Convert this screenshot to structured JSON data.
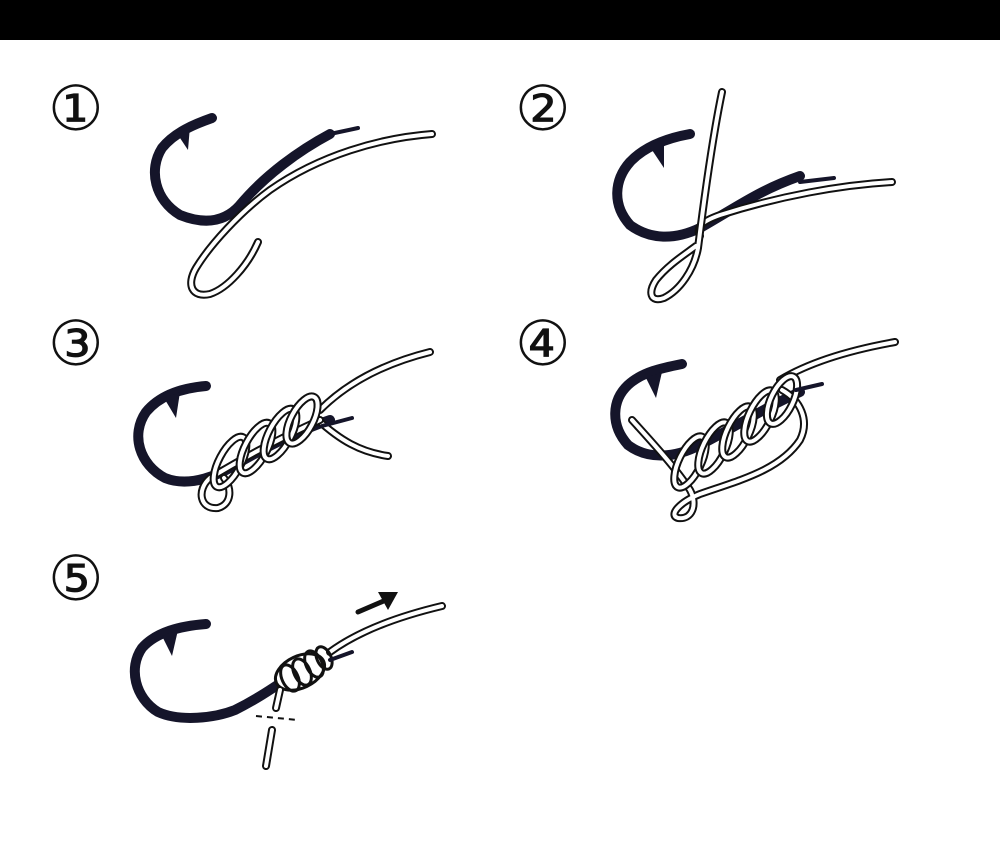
{
  "steps": [
    {
      "number": "①"
    },
    {
      "number": "②"
    },
    {
      "number": "③"
    },
    {
      "number": "④"
    },
    {
      "number": "⑤"
    }
  ],
  "colors": {
    "hook": "#15152a",
    "line_outline": "#111111",
    "line_fill": "#ffffff",
    "header_bar": "#000000"
  }
}
